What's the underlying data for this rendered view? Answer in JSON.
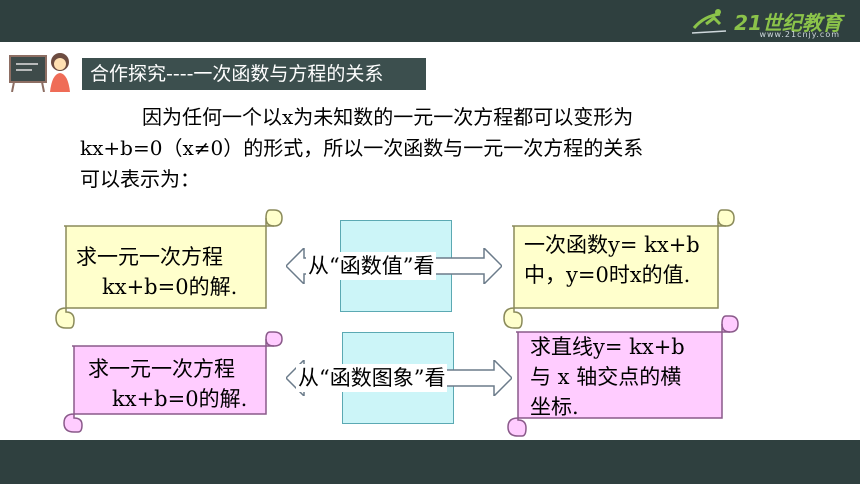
{
  "logo": {
    "brand": "21世纪教育",
    "sub": "www.21cnjy.com"
  },
  "title": "合作探究----一次函数与方程的关系",
  "paragraph": {
    "line1": "因为任何一个以x为未知数的一元一次方程都可以变形为",
    "line2": "kx+b=0（x≠0）的形式，所以一次函数与一元一次方程的关系",
    "line3": "可以表示为："
  },
  "row1": {
    "left_line1": "求一元一次方程",
    "left_line2": "kx+b=0的解.",
    "center": "从“函数值”看",
    "right_line1": "一次函数y= kx+b",
    "right_line2": "中，y=0时x的值."
  },
  "row2": {
    "left_line1": "求一元一次方程",
    "left_line2": "kx+b=0的解.",
    "center": "从“函数图象”看",
    "right_line1": "求直线y= kx+b",
    "right_line2": "与 x 轴交点的横",
    "right_line3": "坐标."
  },
  "colors": {
    "yellow_scroll": "#ffffcc",
    "pink_scroll": "#ffccff",
    "center_box": "#ccf5f8",
    "dark_bar": "#2f403f"
  }
}
